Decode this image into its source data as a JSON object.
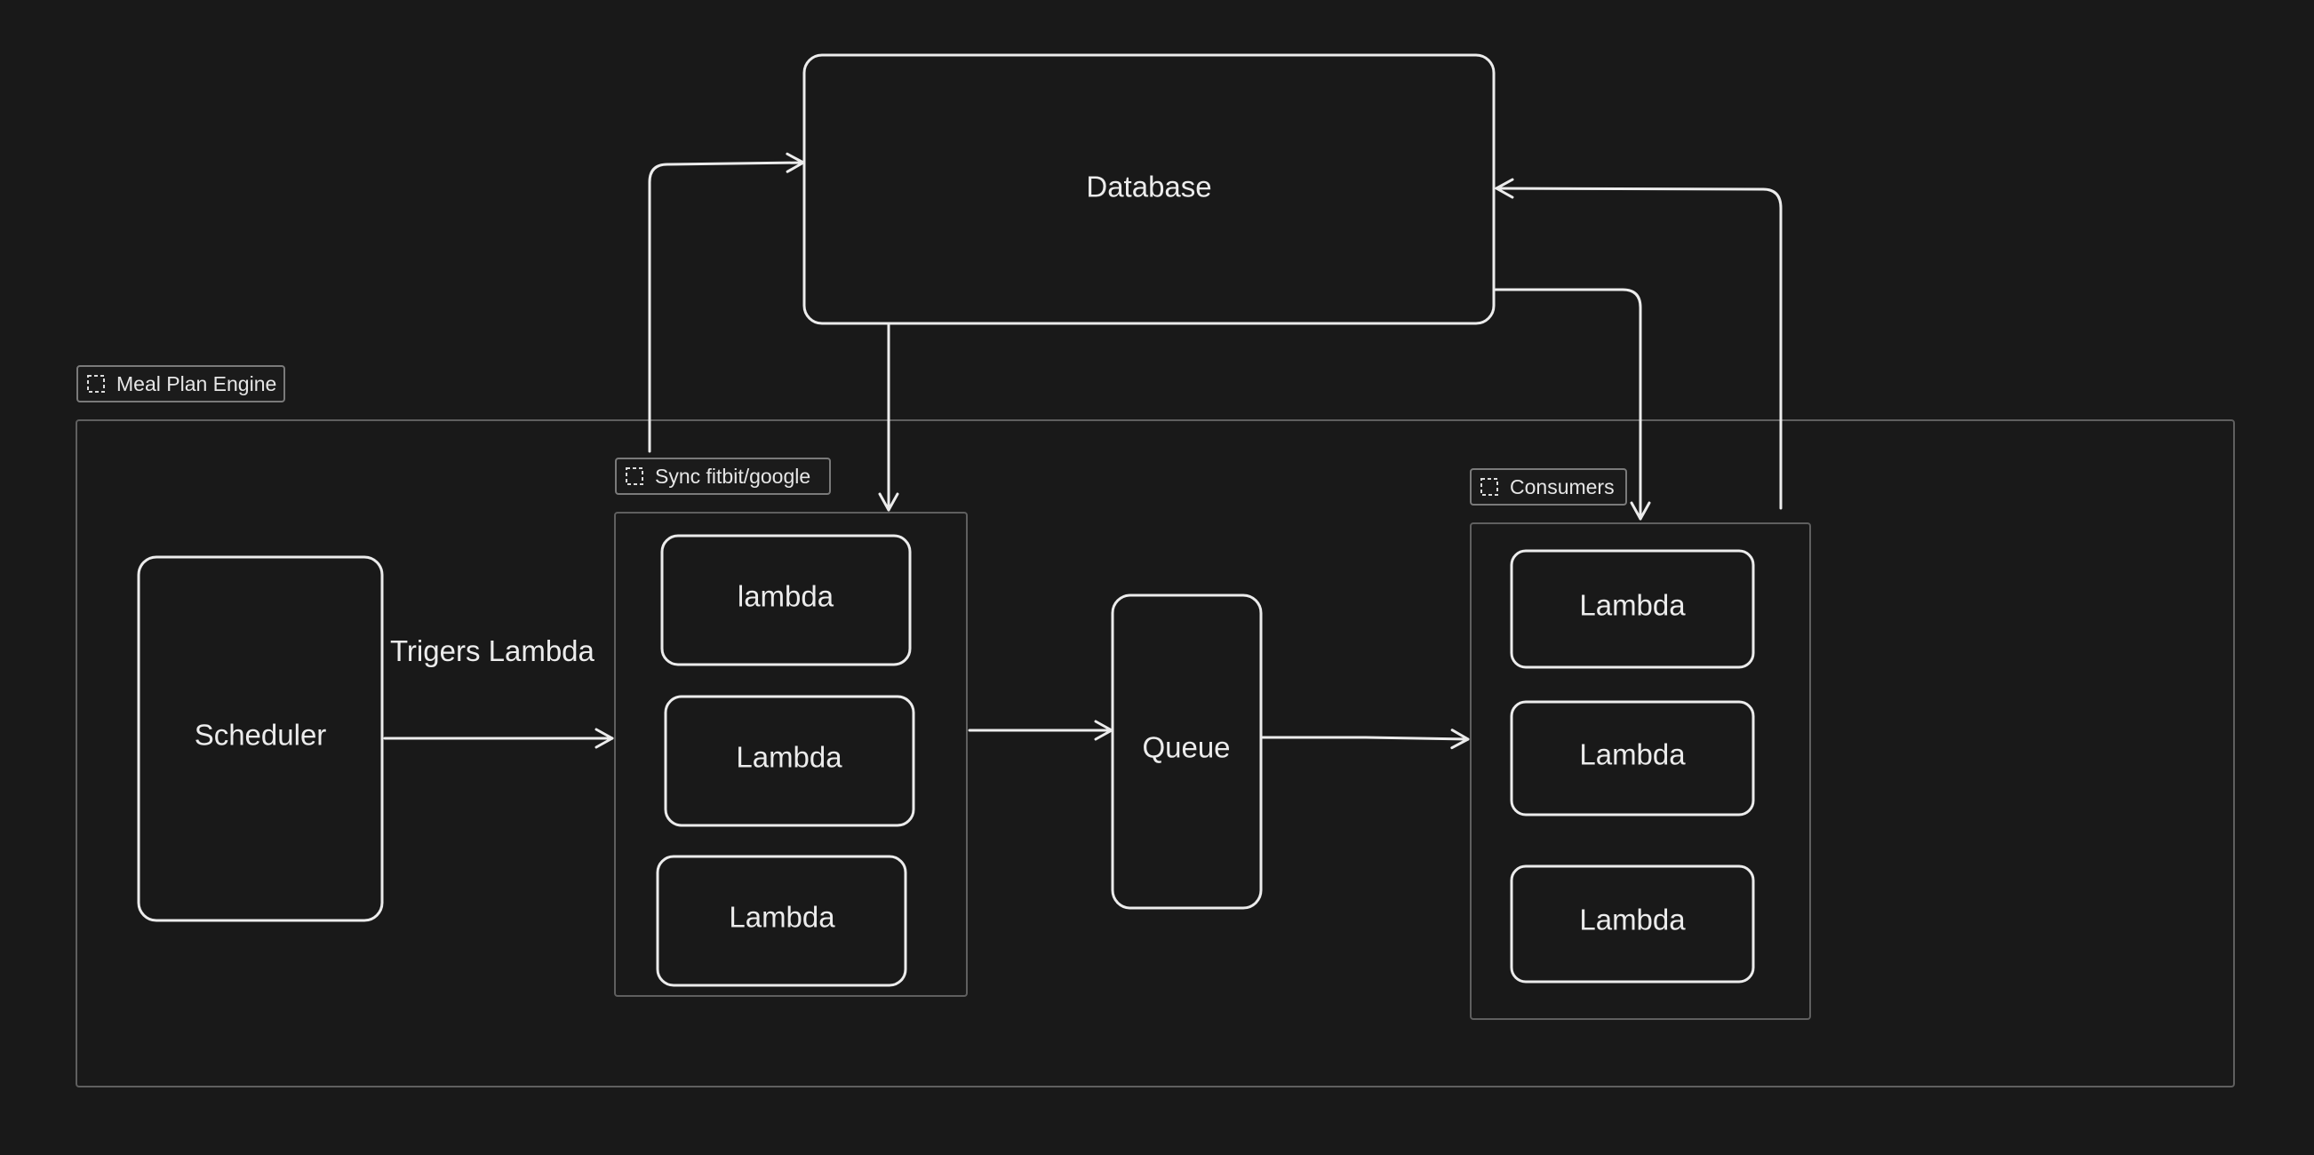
{
  "frames": {
    "meal_plan_engine": "Meal Plan Engine",
    "sync": "Sync fitbit/google",
    "consumers": "Consumers"
  },
  "nodes": {
    "database": "Database",
    "scheduler": "Scheduler",
    "sync_lambda_1": "lambda",
    "sync_lambda_2": "Lambda",
    "sync_lambda_3": "Lambda",
    "queue": "Queue",
    "consumer_lambda_1": "Lambda",
    "consumer_lambda_2": "Lambda",
    "consumer_lambda_3": "Lambda"
  },
  "edges": {
    "scheduler_to_sync": "Trigers Lambda"
  },
  "colors": {
    "background": "#191919",
    "stroke": "#ececec",
    "frame": "#5f5f5f"
  }
}
